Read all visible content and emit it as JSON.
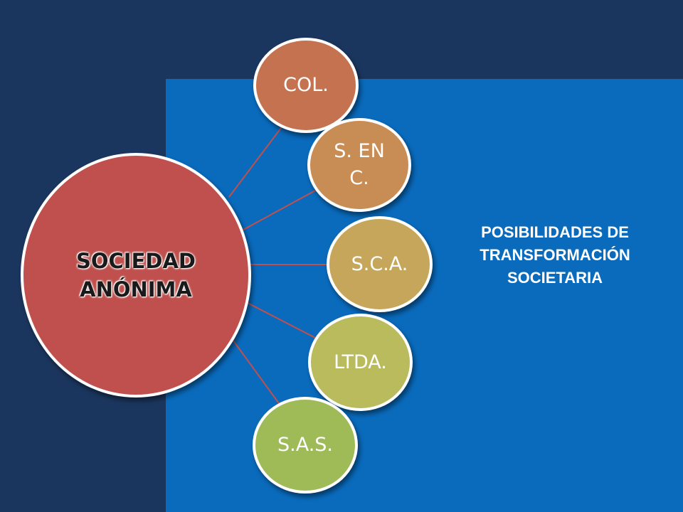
{
  "diagram": {
    "center": {
      "label": "SOCIEDAD\nANÓNIMA",
      "color": "#c0504d"
    },
    "nodes": [
      {
        "id": "col",
        "label": "COL.",
        "color": "#c57250"
      },
      {
        "id": "s-en-c",
        "label": "S. EN\nC.",
        "color": "#c88c55"
      },
      {
        "id": "sca",
        "label": "S.C.A.",
        "color": "#c6a65a"
      },
      {
        "id": "ltda",
        "label": "LTDA.",
        "color": "#b9bb5d"
      },
      {
        "id": "sas",
        "label": "S.A.S.",
        "color": "#9fbb58"
      }
    ],
    "connector_color": "#c0504d"
  },
  "title": {
    "line1": "POSIBILIDADES DE",
    "line2": "TRANSFORMACIÓN",
    "line3": "SOCIETARIA"
  }
}
